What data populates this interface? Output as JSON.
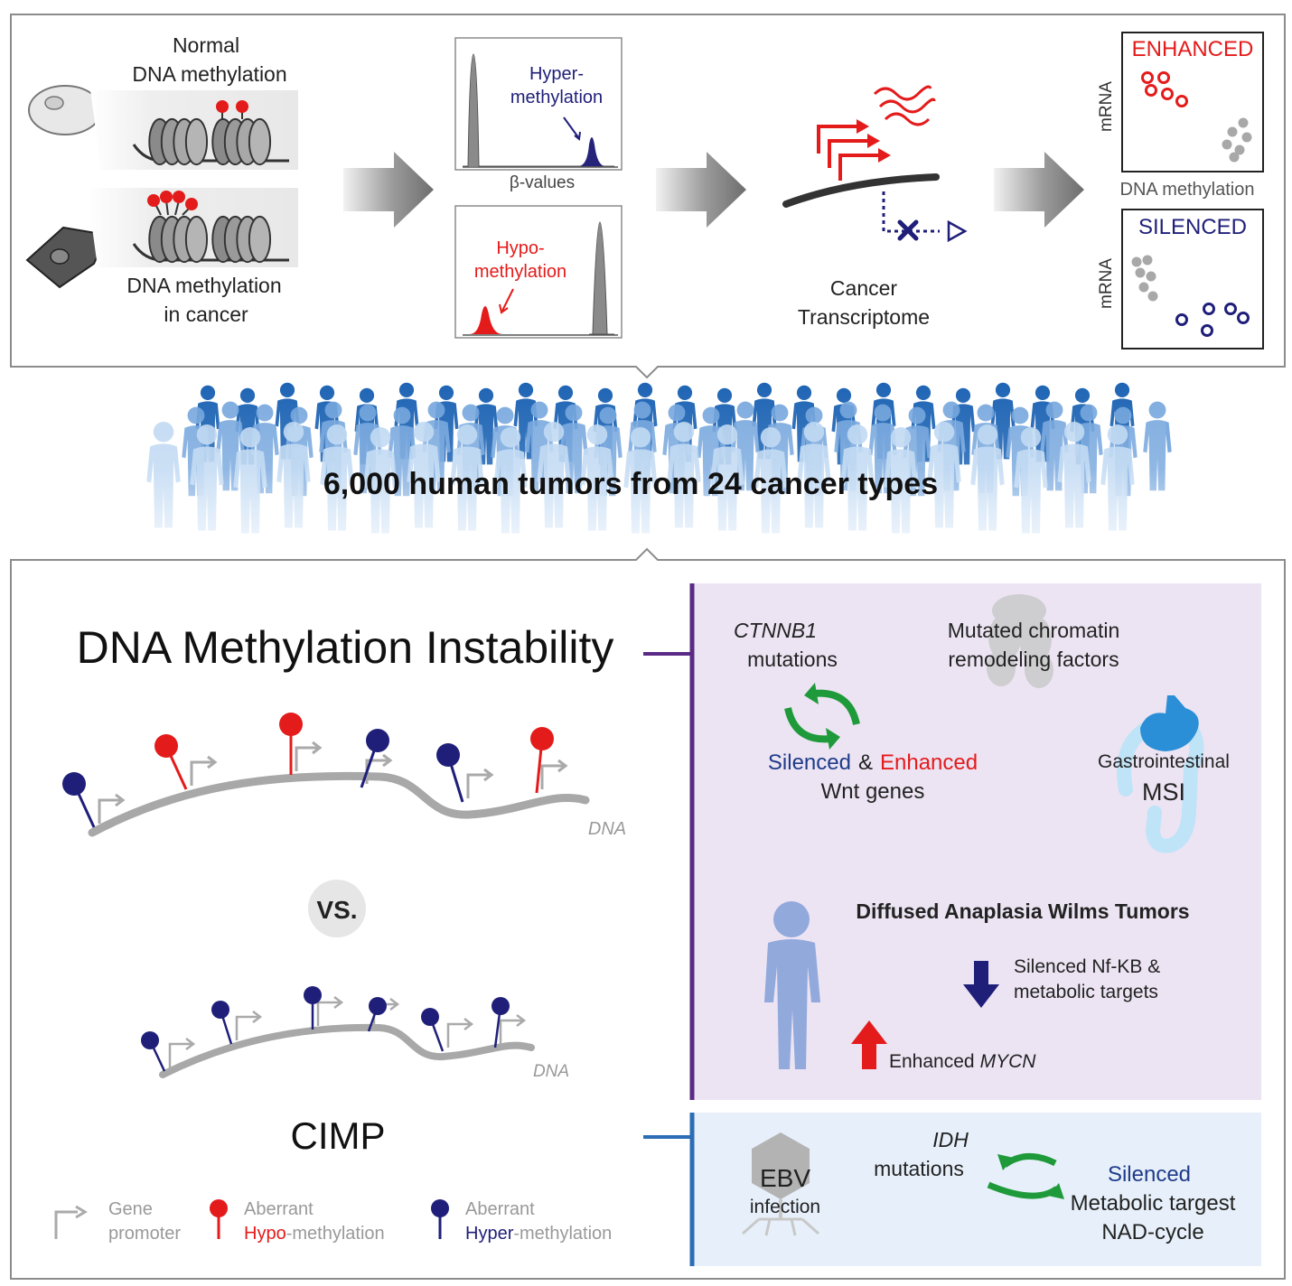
{
  "colors": {
    "red": "#e41b1b",
    "navy": "#1f1f7a",
    "gray": "#9a9a9a",
    "dark": "#333333",
    "purple": "#5b2a86",
    "blue": "#2c6db5",
    "green": "#1f9a3a",
    "purple_panel": "#ece4f3",
    "blue_panel": "#e7f0fa",
    "people_dark": "#1e64b4",
    "people_mid": "#6fa3dc",
    "people_light": "#bcd7f2"
  },
  "top": {
    "normal_label": [
      "Normal",
      "DNA methylation"
    ],
    "cancer_label": [
      "DNA methylation",
      "in cancer"
    ],
    "hyper_label": [
      "Hyper-",
      "methylation"
    ],
    "beta_label": "β-values",
    "hypo_label": [
      "Hypo-",
      "methylation"
    ],
    "transcriptome_label": [
      "Cancer",
      "Transcriptome"
    ],
    "enhanced_title": "ENHANCED",
    "silenced_title": "SILENCED",
    "mrna_axis": "mRNA",
    "dna_methylation_axis": "DNA methylation"
  },
  "banner": {
    "text": "6,000 human tumors from 24 cancer types"
  },
  "bottom": {
    "instability_title": "DNA Methylation Instability",
    "vs_label": "VS.",
    "cimp_title": "CIMP",
    "dna_label": "DNA",
    "legend": {
      "gene": [
        "Gene",
        "promoter"
      ],
      "hypo_prefix": "Aberrant",
      "hypo_word": "Hypo",
      "hypo_suffix": "-methylation",
      "hyper_prefix": "Aberrant",
      "hyper_word": "Hyper",
      "hyper_suffix": "-methylation"
    }
  },
  "purple_panel": {
    "ctnnb1": "CTNNB1",
    "mutations": "mutations",
    "chromatin": [
      "Mutated chromatin",
      "remodeling factors"
    ],
    "silenced": "Silenced",
    "amp": "&",
    "enhanced": "Enhanced",
    "wnt": "Wnt genes",
    "gi": "Gastrointestinal",
    "msi": "MSI",
    "wilms": "Diffused Anaplasia Wilms Tumors",
    "nfkb": [
      "Silenced Nf-KB &",
      "metabolic targets"
    ],
    "mycn_prefix": "Enhanced",
    "mycn": "MYCN"
  },
  "blue_panel": {
    "ebv": "EBV",
    "infection": "infection",
    "idh": "IDH",
    "mutations": "mutations",
    "silenced": "Silenced",
    "metabolic": "Metabolic targest",
    "nad": "NAD-cycle"
  }
}
